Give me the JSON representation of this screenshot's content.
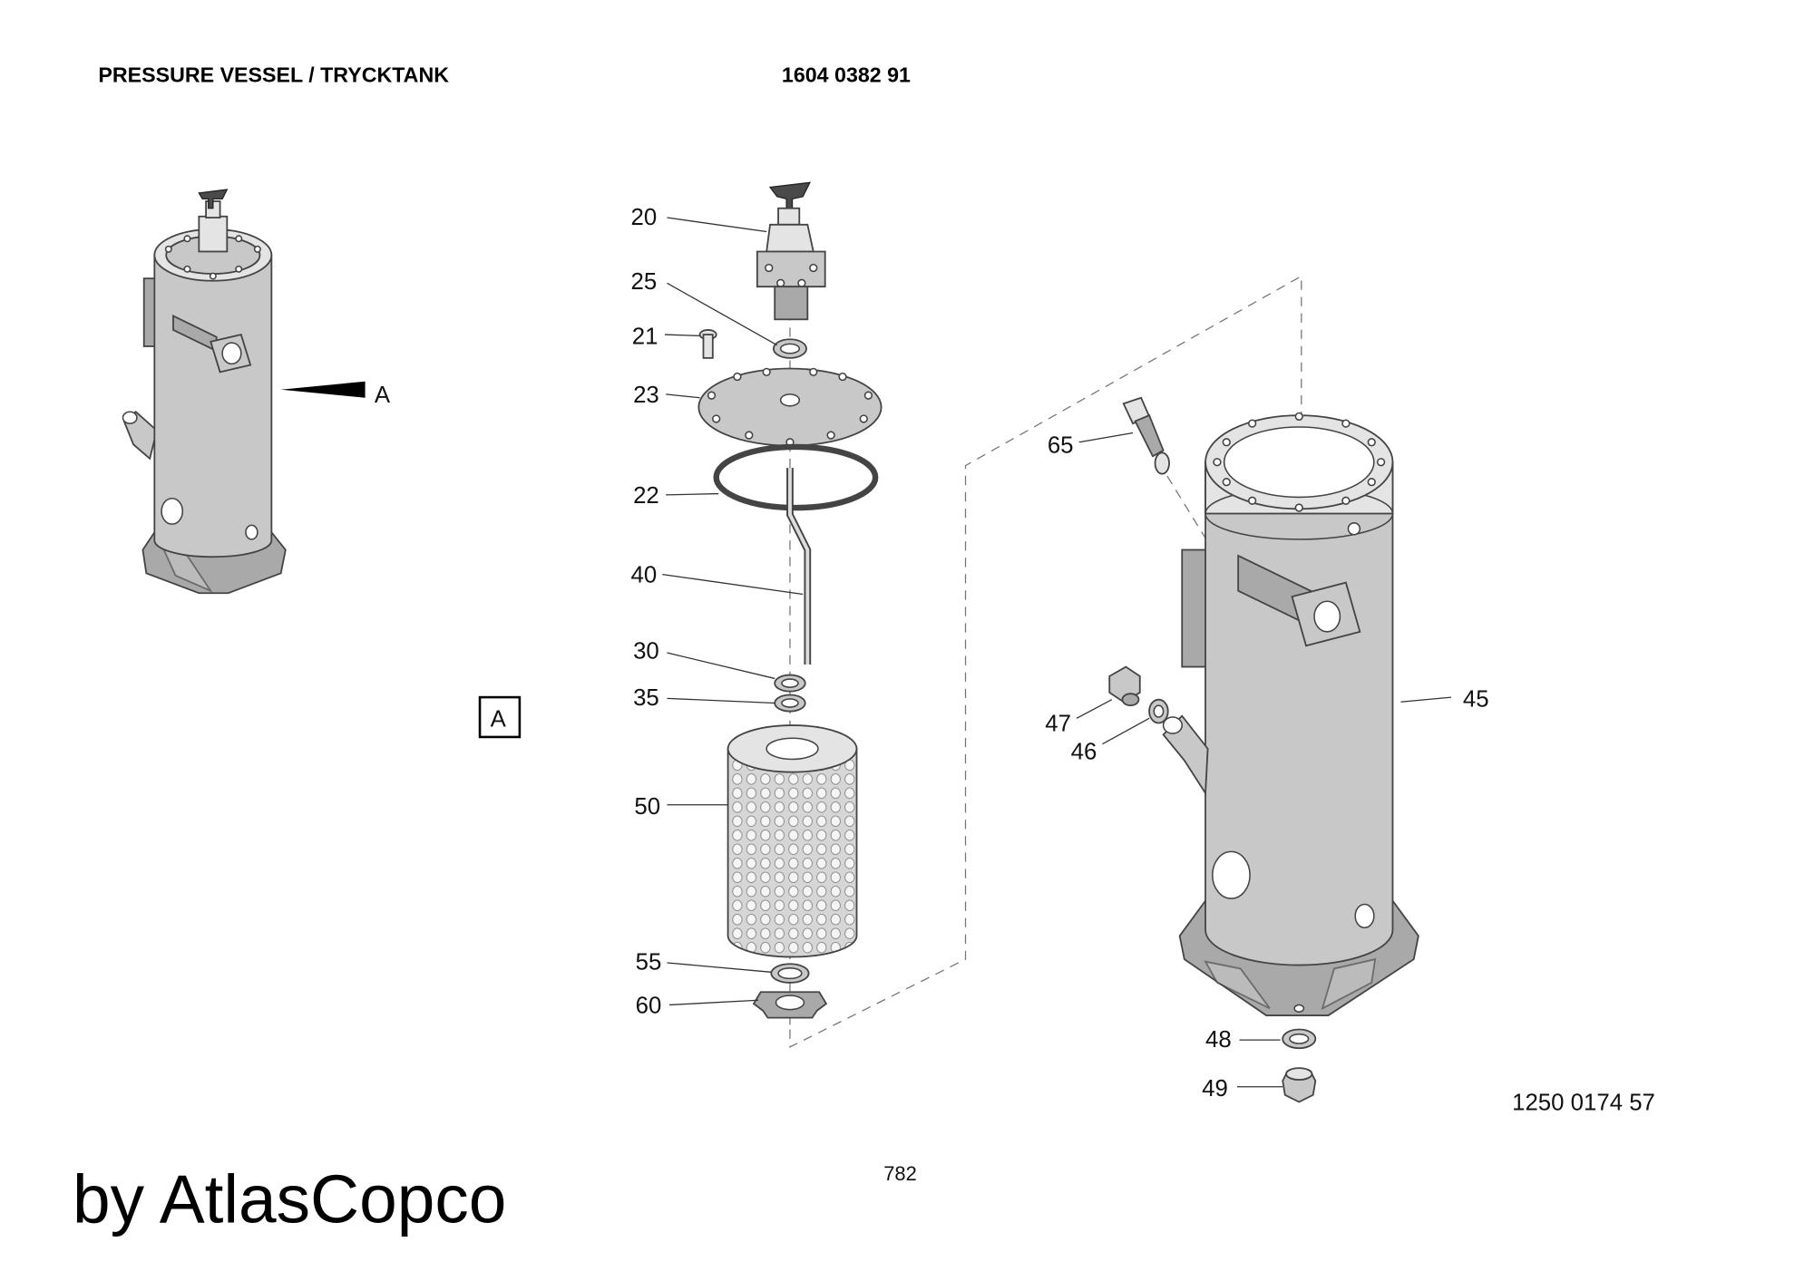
{
  "header": {
    "title": "PRESSURE VESSEL / TRYCKTANK",
    "part_number": "1604 0382 91"
  },
  "callouts": {
    "view_marker": "A",
    "view_box": "A",
    "p20": "20",
    "p25": "25",
    "p21": "21",
    "p23": "23",
    "p22": "22",
    "p40": "40",
    "p30": "30",
    "p35": "35",
    "p50": "50",
    "p55": "55",
    "p60": "60",
    "p65": "65",
    "p47": "47",
    "p46": "46",
    "p45": "45",
    "p48": "48",
    "p49": "49"
  },
  "footer": {
    "drawing_number": "1250 0174 57",
    "page_number": "782",
    "brand": "by AtlasCopco"
  }
}
